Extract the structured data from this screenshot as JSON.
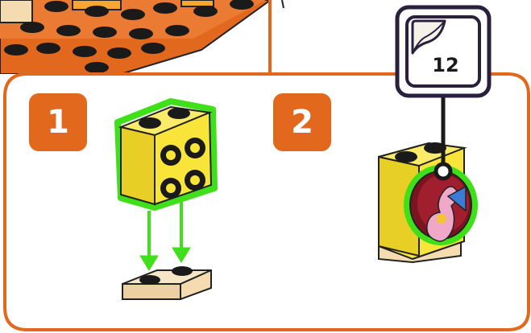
{
  "steps": [
    {
      "number": "1"
    },
    {
      "number": "2"
    }
  ],
  "sticker_callout": {
    "count": "12",
    "icon": "sticker-sheet-icon"
  },
  "colors": {
    "accent": "#E2681E",
    "highlight": "#3FE01A",
    "brick_yellow": "#F9E43A",
    "plate_tan": "#F4DCB0",
    "tile_dark_red": "#7A1420"
  }
}
